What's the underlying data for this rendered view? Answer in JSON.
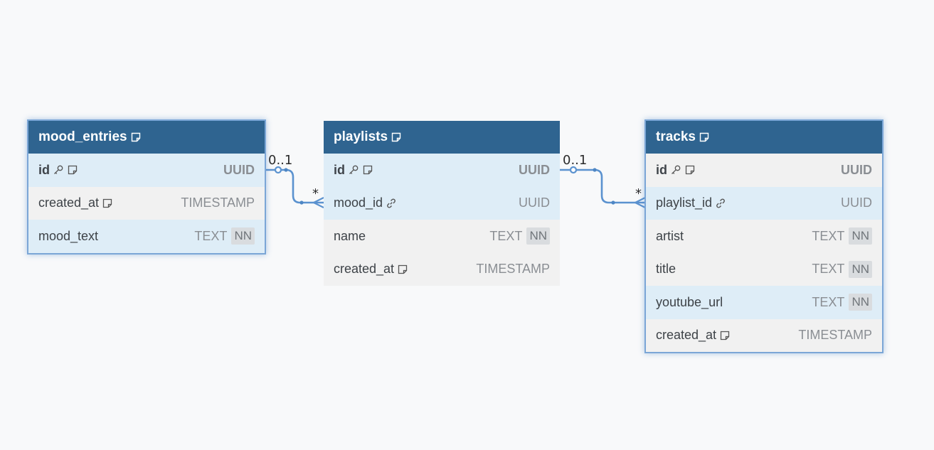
{
  "tables": [
    {
      "name": "mood_entries",
      "columns": [
        {
          "name": "id",
          "type": "UUID",
          "pk": true,
          "notnull": false
        },
        {
          "name": "created_at",
          "type": "TIMESTAMP",
          "pk": false,
          "notnull": false
        },
        {
          "name": "mood_text",
          "type": "TEXT",
          "pk": false,
          "notnull": true,
          "nn_label": "NN"
        }
      ]
    },
    {
      "name": "playlists",
      "columns": [
        {
          "name": "id",
          "type": "UUID",
          "pk": true,
          "notnull": false
        },
        {
          "name": "mood_id",
          "type": "UUID",
          "pk": false,
          "fk": true,
          "notnull": false
        },
        {
          "name": "name",
          "type": "TEXT",
          "pk": false,
          "notnull": true,
          "nn_label": "NN"
        },
        {
          "name": "created_at",
          "type": "TIMESTAMP",
          "pk": false,
          "notnull": false
        }
      ]
    },
    {
      "name": "tracks",
      "columns": [
        {
          "name": "id",
          "type": "UUID",
          "pk": true,
          "notnull": false
        },
        {
          "name": "playlist_id",
          "type": "UUID",
          "pk": false,
          "fk": true,
          "notnull": false
        },
        {
          "name": "artist",
          "type": "TEXT",
          "pk": false,
          "notnull": true,
          "nn_label": "NN"
        },
        {
          "name": "title",
          "type": "TEXT",
          "pk": false,
          "notnull": true,
          "nn_label": "NN"
        },
        {
          "name": "youtube_url",
          "type": "TEXT",
          "pk": false,
          "notnull": true,
          "nn_label": "NN"
        },
        {
          "name": "created_at",
          "type": "TIMESTAMP",
          "pk": false,
          "notnull": false
        }
      ]
    }
  ],
  "relations": [
    {
      "from": "mood_entries.id",
      "to": "playlists.mood_id",
      "from_cardinality": "0..1",
      "to_cardinality": "*"
    },
    {
      "from": "playlists.id",
      "to": "tracks.playlist_id",
      "from_cardinality": "0..1",
      "to_cardinality": "*"
    }
  ],
  "icons": {
    "note": "note-icon",
    "key": "key-icon",
    "link": "link-icon"
  },
  "colors": {
    "header": "#2f6490",
    "highlight_row": "#deedf7",
    "plain_row": "#f1f1f1",
    "link_line": "#5b92cf",
    "selection_border": "#7ba6d6"
  }
}
